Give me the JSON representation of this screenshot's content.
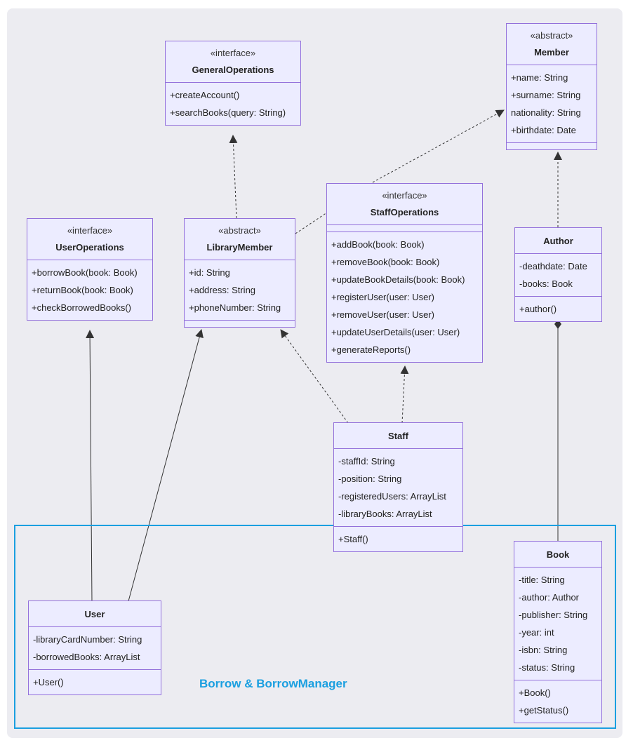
{
  "group": {
    "label": "Borrow & BorrowManager"
  },
  "classes": {
    "general_operations": {
      "stereotype": "«interface»",
      "name": "GeneralOperations",
      "attributes": [],
      "methods": [
        "+createAccount()",
        "+searchBooks(query: String)"
      ]
    },
    "member": {
      "stereotype": "«abstract»",
      "name": "Member",
      "attributes": [
        "+name: String",
        "+surname: String",
        "nationality: String",
        "+birthdate: Date"
      ],
      "methods": []
    },
    "user_operations": {
      "stereotype": "«interface»",
      "name": "UserOperations",
      "attributes": [],
      "methods": [
        "+borrowBook(book: Book)",
        "+returnBook(book: Book)",
        "+checkBorrowedBooks()"
      ]
    },
    "library_member": {
      "stereotype": "«abstract»",
      "name": "LibraryMember",
      "attributes": [
        "+id: String",
        "+address: String",
        "+phoneNumber: String"
      ],
      "methods": []
    },
    "staff_operations": {
      "stereotype": "«interface»",
      "name": "StaffOperations",
      "attributes": [],
      "methods": [
        "+addBook(book: Book)",
        "+removeBook(book: Book)",
        "+updateBookDetails(book: Book)",
        "+registerUser(user: User)",
        "+removeUser(user: User)",
        "+updateUserDetails(user: User)",
        "+generateReports()"
      ]
    },
    "author": {
      "stereotype": "",
      "name": "Author",
      "attributes": [
        "-deathdate: Date",
        "-books: Book"
      ],
      "methods": [
        "+author()"
      ]
    },
    "staff": {
      "stereotype": "",
      "name": "Staff",
      "attributes": [
        "-staffId: String",
        "-position: String",
        "-registeredUsers: ArrayList",
        "-libraryBooks: ArrayList"
      ],
      "methods": [
        "+Staff()"
      ]
    },
    "user": {
      "stereotype": "",
      "name": "User",
      "attributes": [
        "-libraryCardNumber: String",
        "-borrowedBooks: ArrayList"
      ],
      "methods": [
        "+User()"
      ]
    },
    "book": {
      "stereotype": "",
      "name": "Book",
      "attributes": [
        "-title: String",
        "-author: Author",
        "-publisher: String",
        "-year: int",
        "-isbn: String",
        "-status: String"
      ],
      "methods": [
        "+Book()",
        "+getStatus()"
      ]
    }
  },
  "relations": [
    {
      "from": "library_member",
      "to": "general_operations",
      "type": "realization"
    },
    {
      "from": "library_member",
      "to": "staff_operations",
      "type": "dashed-link"
    },
    {
      "from": "staff_operations",
      "to": "member",
      "type": "realization"
    },
    {
      "from": "author",
      "to": "member",
      "type": "realization"
    },
    {
      "from": "staff",
      "to": "library_member",
      "type": "realization"
    },
    {
      "from": "staff",
      "to": "staff_operations",
      "type": "realization"
    },
    {
      "from": "user",
      "to": "user_operations",
      "type": "realization"
    },
    {
      "from": "user",
      "to": "library_member",
      "type": "inheritance"
    },
    {
      "from": "book",
      "to": "author",
      "type": "composition"
    }
  ],
  "colors": {
    "class_fill": "#ececff",
    "class_border": "#9370db",
    "group_border": "#1a9fe0",
    "edge": "#333333"
  }
}
